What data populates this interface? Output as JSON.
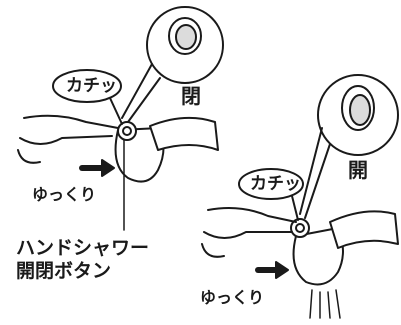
{
  "illustrations": [
    {
      "click_label": "カチッ",
      "state_label": "閉",
      "motion_label": "ゆっくり"
    },
    {
      "click_label": "カチッ",
      "state_label": "開",
      "motion_label": "ゆっくり"
    }
  ],
  "caption": {
    "line1": "ハンドシャワー",
    "line2": "開閉ボタン"
  },
  "colors": {
    "line": "#1a1a1a",
    "fill": "#ffffff",
    "shade": "#dcdcdc"
  }
}
